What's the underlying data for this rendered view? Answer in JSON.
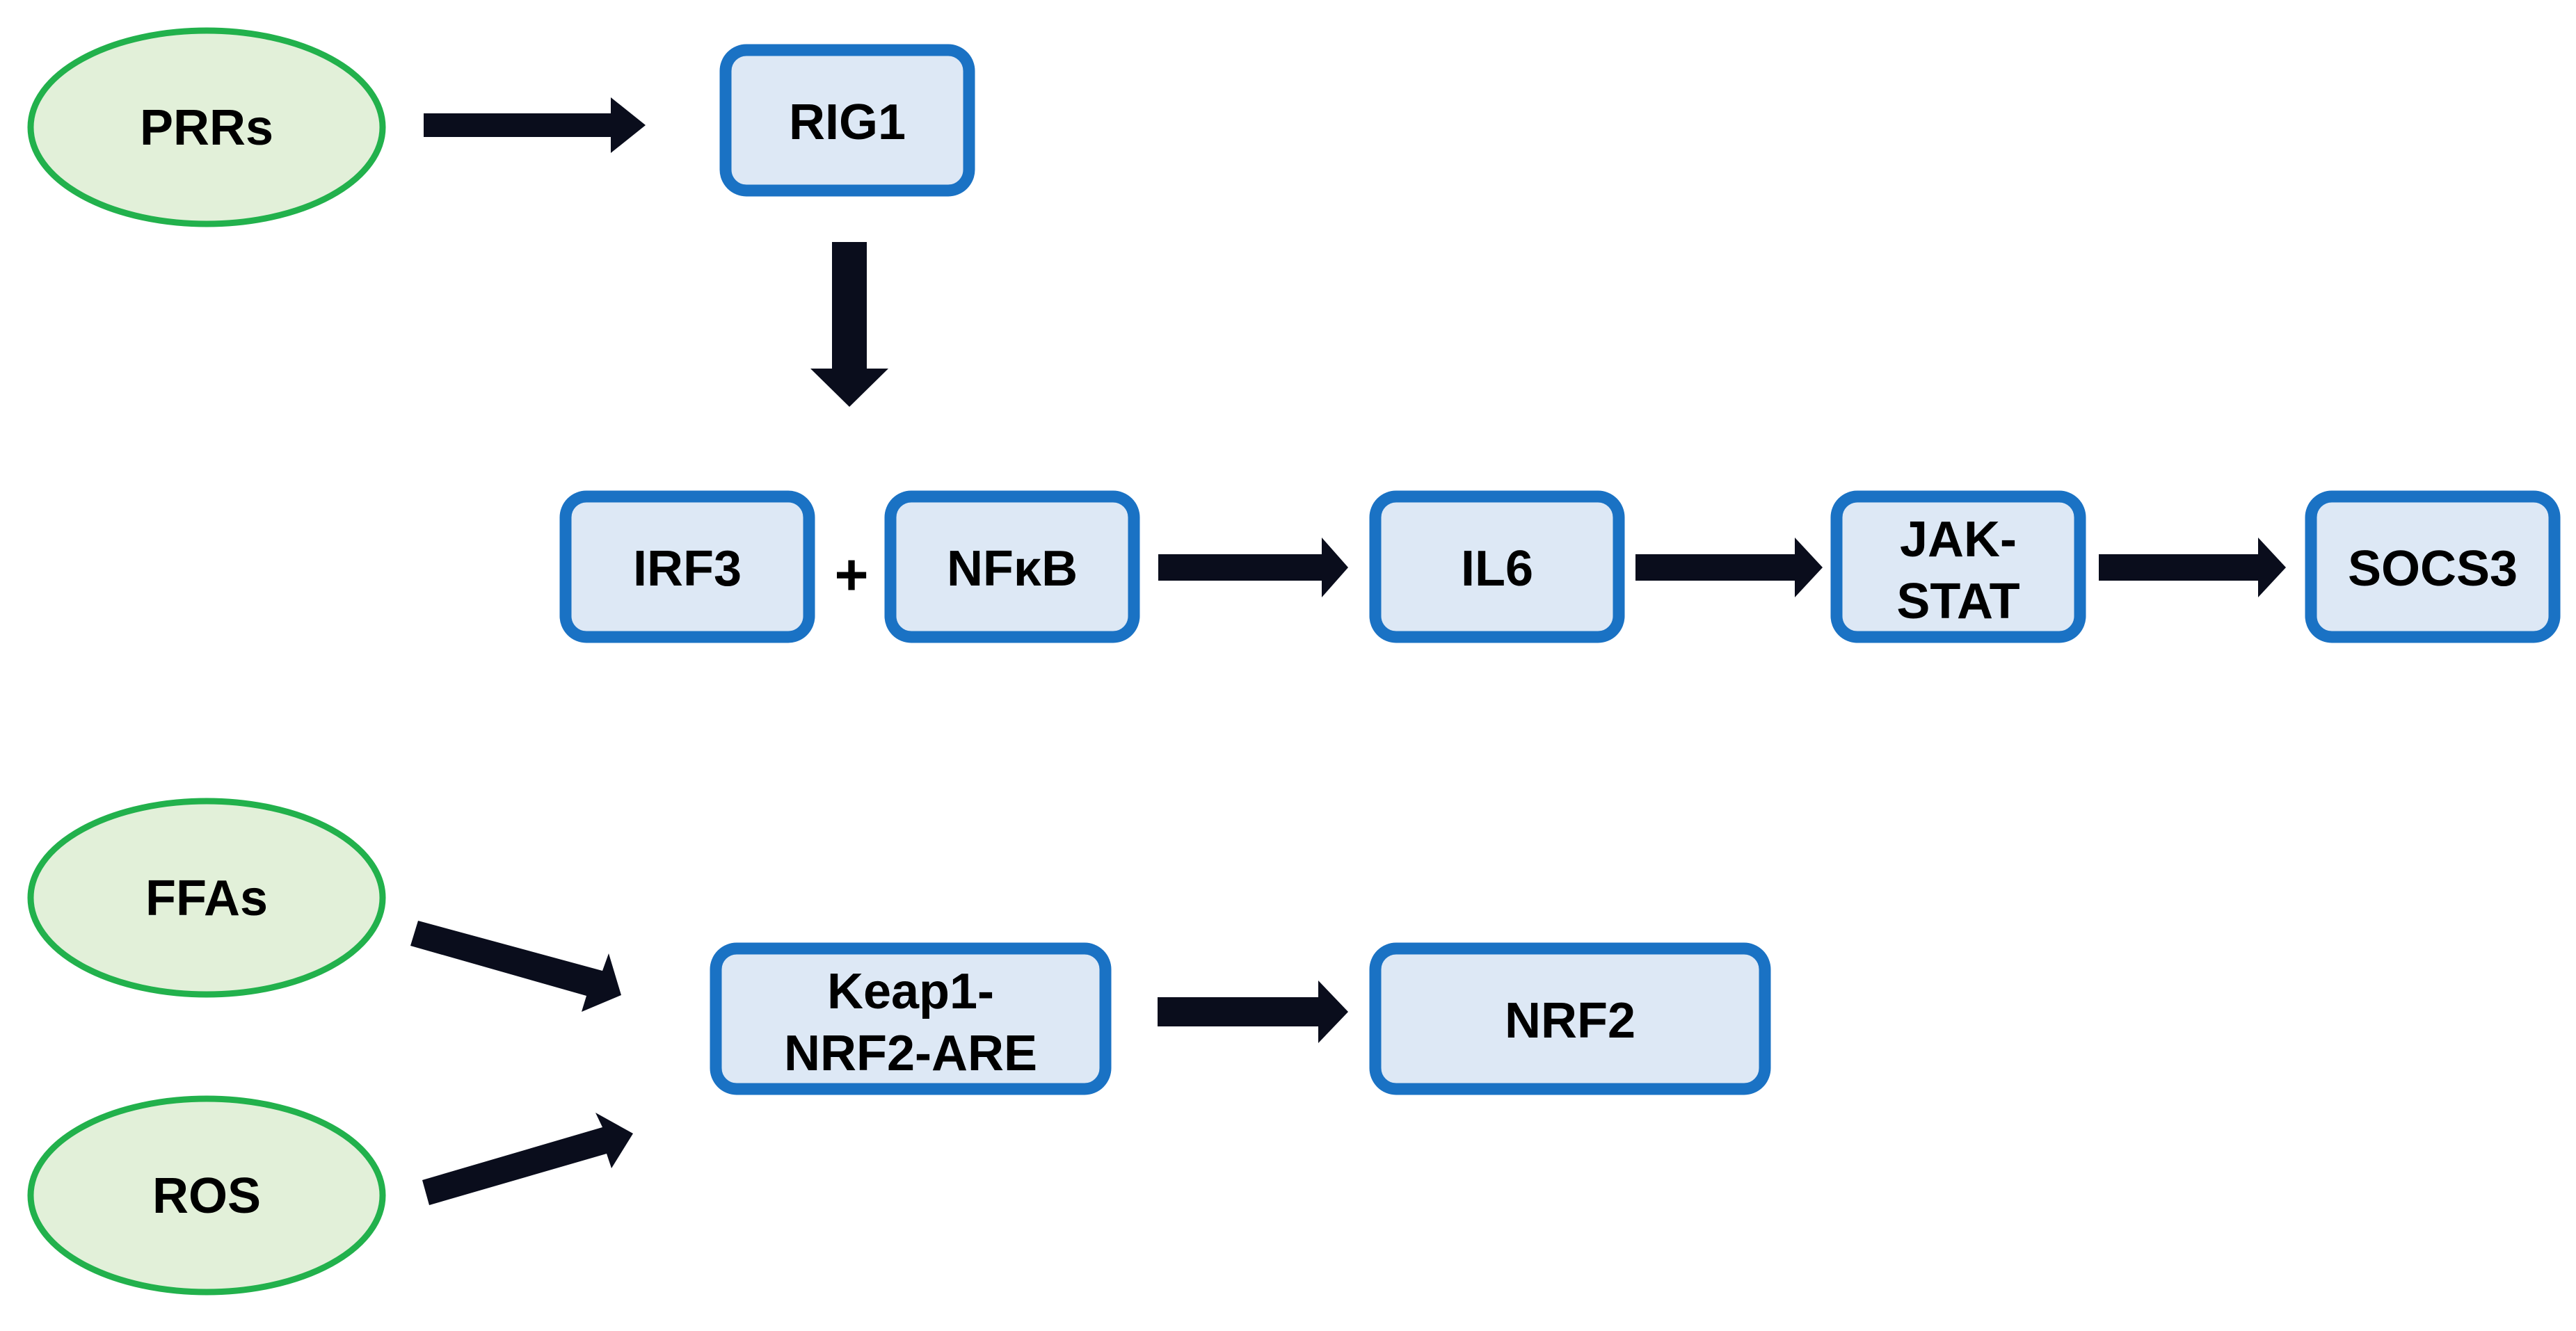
{
  "nodes": {
    "prrs": "PRRs",
    "rig1": "RIG1",
    "irf3": "IRF3",
    "plus": "+",
    "nfkb": "NFκB",
    "il6": "IL6",
    "jak_stat_line1": "JAK-",
    "jak_stat_line2": "STAT",
    "socs3": "SOCS3",
    "ffas": "FFAs",
    "ros": "ROS",
    "keap1_line1": "Keap1-",
    "keap1_line2": "NRF2-ARE",
    "nrf2": "NRF2"
  },
  "colors": {
    "source_fill": "#e2f0d9",
    "source_stroke": "#22b14c",
    "box_fill": "#dde8f5",
    "box_stroke": "#1a72c4",
    "arrow": "#0a0d1c"
  }
}
